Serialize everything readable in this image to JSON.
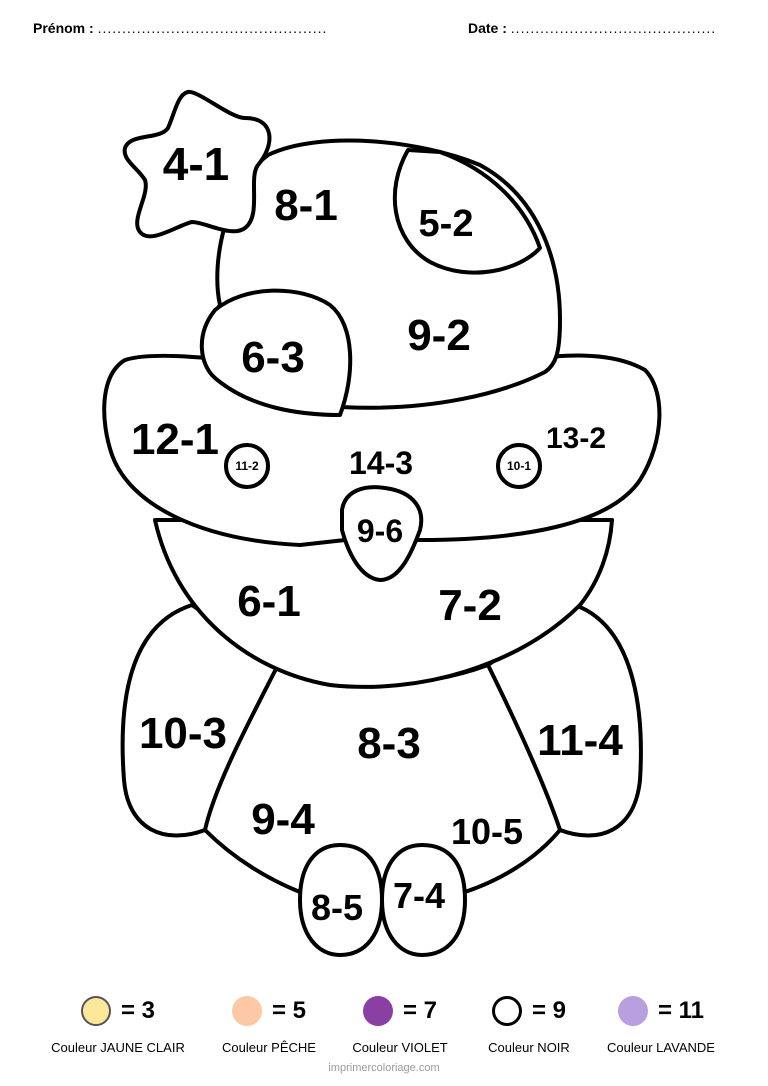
{
  "header": {
    "name_label": "Prénom :",
    "name_dots": "...............................................",
    "date_label": "Date :",
    "date_dots": ".........................................."
  },
  "regions": {
    "star": "4-1",
    "hat_top": "8-1",
    "hat_patch_right": "5-2",
    "hat_patch_left": "6-3",
    "hat_center": "9-2",
    "face_left": "12-1",
    "eye_left": "11-2",
    "face_center": "14-3",
    "eye_right": "10-1",
    "face_right": "13-2",
    "beak": "9-6",
    "chest_left": "6-1",
    "chest_right": "7-2",
    "wing_left": "10-3",
    "wing_right": "11-4",
    "belly_center": "8-3",
    "belly_left": "9-4",
    "belly_right": "10-5",
    "foot_left": "8-5",
    "foot_right": "7-4"
  },
  "legend": [
    {
      "value": "= 3",
      "label": "Couleur JAUNE CLAIR",
      "color": "#fde79b"
    },
    {
      "value": "= 5",
      "label": "Couleur PÊCHE",
      "color": "#fcc9a4"
    },
    {
      "value": "= 7",
      "label": "Couleur VIOLET",
      "color": "#8a3fa5"
    },
    {
      "value": "= 9",
      "label": "Couleur NOIR",
      "color": "#ffffff"
    },
    {
      "value": "= 11",
      "label": "Couleur LAVANDE",
      "color": "#b89fde"
    }
  ],
  "footer": {
    "site": "imprimercoloriage.com"
  }
}
